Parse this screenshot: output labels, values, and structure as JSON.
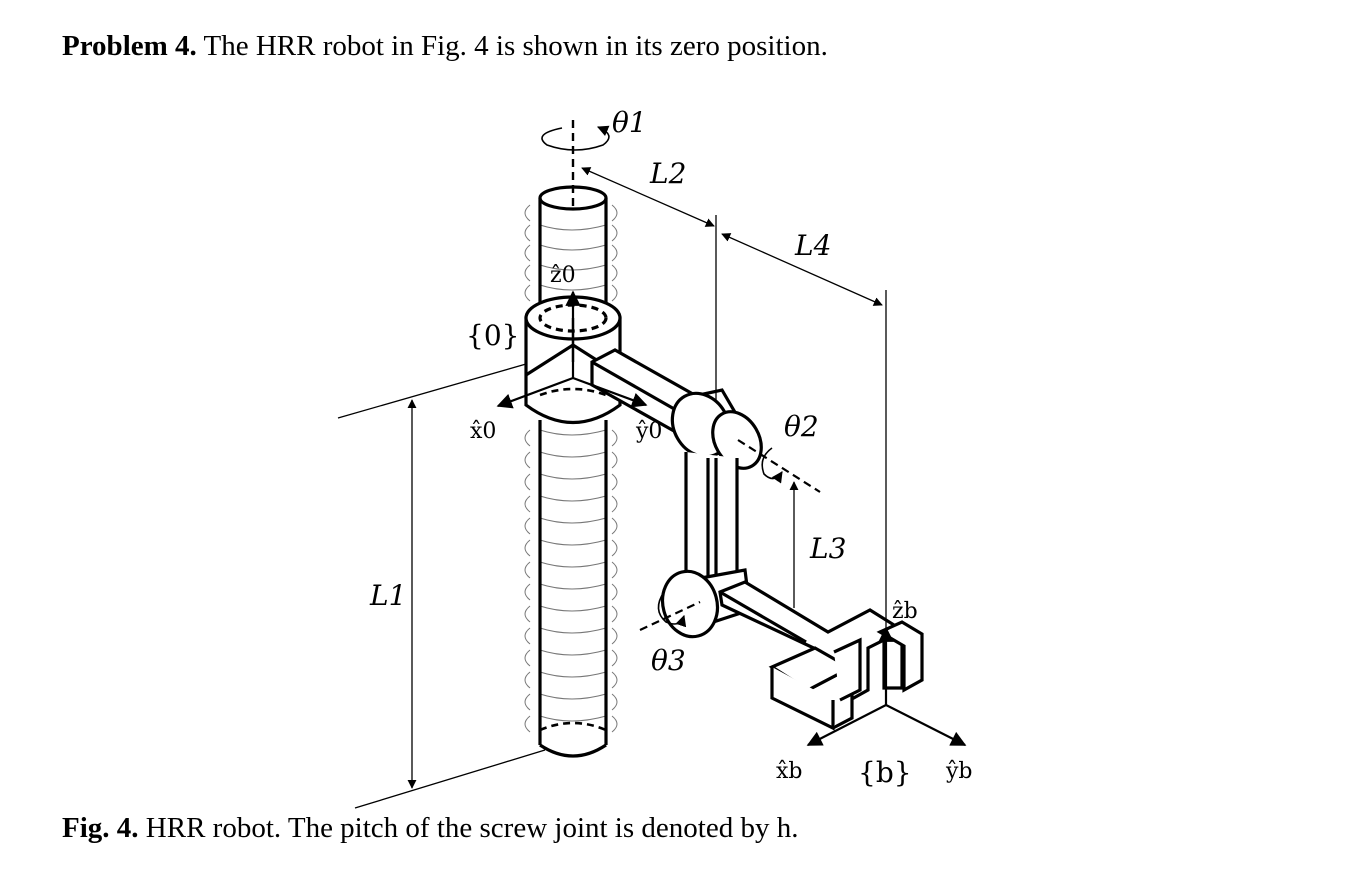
{
  "problem": {
    "label": "Problem 4.",
    "text": " The HRR robot in Fig. 4 is shown in its zero position."
  },
  "caption": {
    "label": "Fig. 4.",
    "text": " HRR robot. The pitch of the screw joint is denoted by h."
  },
  "figure": {
    "labels": {
      "theta1": "θ1",
      "theta2": "θ2",
      "theta3": "θ3",
      "L1": "L1",
      "L2": "L2",
      "L3": "L3",
      "L4": "L4",
      "frame0": "{0}",
      "frameb": "{b}",
      "x0": "x̂0",
      "y0": "ŷ0",
      "z0": "ẑ0",
      "xb": "x̂b",
      "yb": "ŷb",
      "zb": "ẑb"
    }
  }
}
